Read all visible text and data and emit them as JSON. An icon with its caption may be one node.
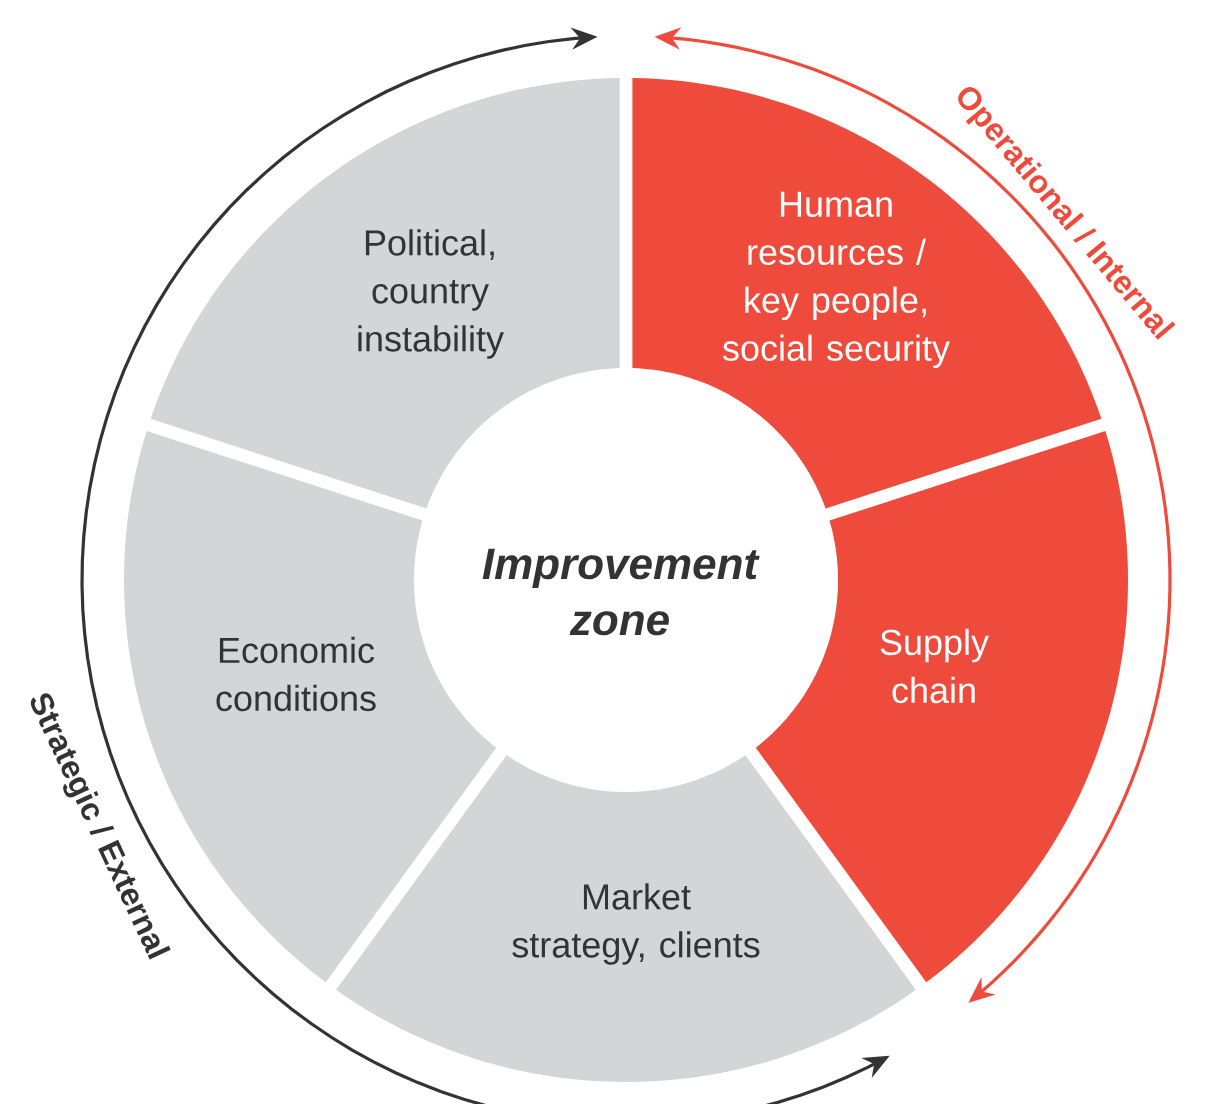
{
  "diagram": {
    "nodes": [
      {
        "text": [
          "Political, country instability"
        ]
      },
      {
        "text": [
          "Human resources / key people, social security"
        ]
      },
      {
        "text": [
          "Improvement zone"
        ]
      },
      {
        "text": [
          "Economic conditions"
        ]
      },
      {
        "text": [
          "Supply chain"
        ]
      },
      {
        "text": [
          "Market strategy, clients"
        ]
      }
    ],
    "labels": [
      "Operational / Internal",
      "Strategic / External"
    ]
  }
}
